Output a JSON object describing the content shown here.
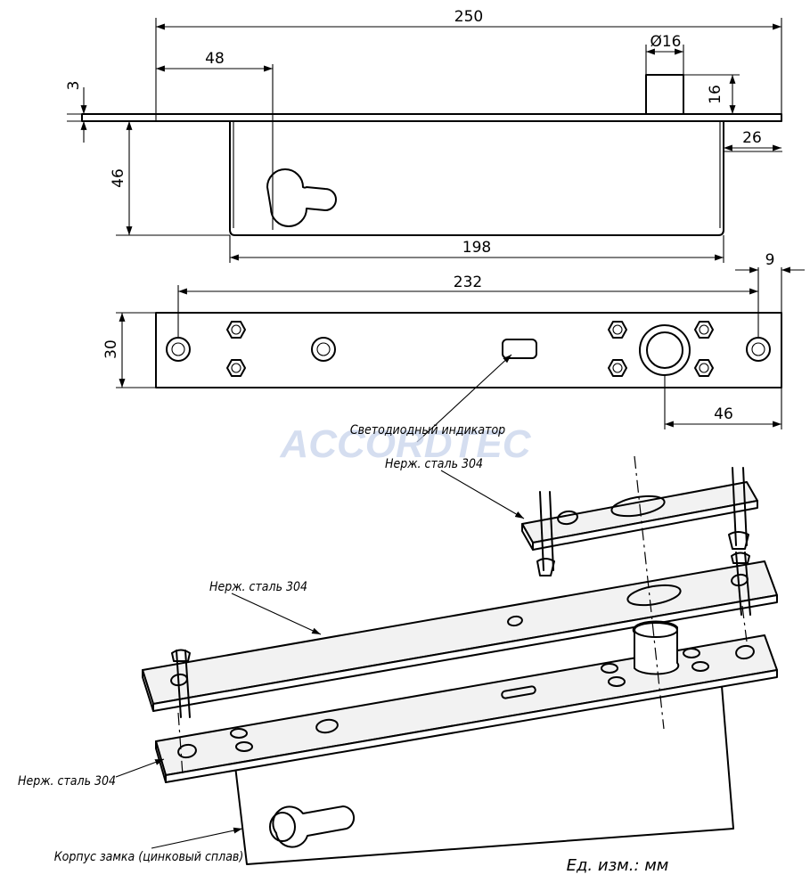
{
  "top_view": {
    "dimensions": {
      "overall_length": "250",
      "keyhole_offset": "48",
      "bolt_diameter": "Ø16",
      "bolt_projection": "16",
      "plate_thickness": "3",
      "body_height": "46",
      "end_offset": "26",
      "body_length": "198"
    }
  },
  "front_view": {
    "dimensions": {
      "hole_spacing": "232",
      "end_margin": "9",
      "plate_width": "30",
      "bolt_offset": "46"
    }
  },
  "callouts": {
    "led_indicator": "Светодиодный индикатор",
    "steel_strike": "Нерж. сталь 304",
    "steel_plate_upper": "Нерж. сталь 304",
    "steel_plate_lower": "Нерж. сталь 304",
    "lock_body": "Корпус замка (цинковый сплав)"
  },
  "watermark": "ACCORDTEC",
  "units_note": "Ед. изм.: мм",
  "colors": {
    "line": "#000000",
    "watermark": "#c8d4ec"
  }
}
